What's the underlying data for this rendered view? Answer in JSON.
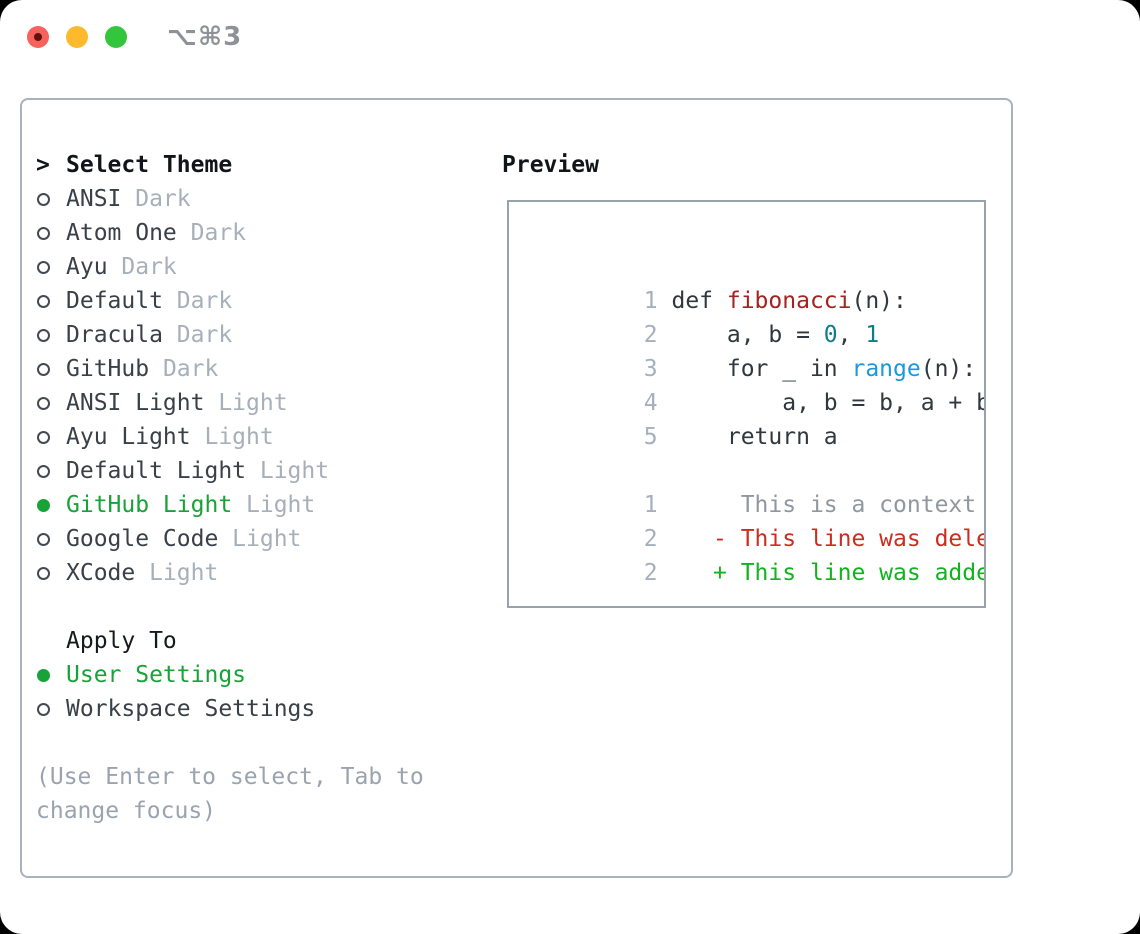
{
  "window": {
    "title": "⌥⌘3",
    "traffic_lights": [
      "close",
      "minimize",
      "zoom"
    ]
  },
  "colors": {
    "selection_green": "#17a337",
    "added_green": "#12b31f",
    "deleted_red": "#cb2d1f",
    "context_gray": "#8f979f",
    "function_red": "#a42320",
    "number_teal": "#0c7e8a",
    "builtin_blue": "#1b99dc",
    "muted_gray": "#a7afba",
    "panel_border": "#a9b2bb"
  },
  "icons": {
    "header_pointer": ">",
    "radio_unselected": "circle-outline",
    "radio_selected": "circle-filled-green"
  },
  "theme_picker": {
    "header": "Select Theme",
    "items": [
      {
        "name": "ANSI",
        "variant": "Dark",
        "selected": false
      },
      {
        "name": "Atom One",
        "variant": "Dark",
        "selected": false
      },
      {
        "name": "Ayu",
        "variant": "Dark",
        "selected": false
      },
      {
        "name": "Default",
        "variant": "Dark",
        "selected": false
      },
      {
        "name": "Dracula",
        "variant": "Dark",
        "selected": false
      },
      {
        "name": "GitHub",
        "variant": "Dark",
        "selected": false
      },
      {
        "name": "ANSI Light",
        "variant": "Light",
        "selected": false
      },
      {
        "name": "Ayu Light",
        "variant": "Light",
        "selected": false
      },
      {
        "name": "Default Light",
        "variant": "Light",
        "selected": false
      },
      {
        "name": "GitHub Light",
        "variant": "Light",
        "selected": true
      },
      {
        "name": "Google Code",
        "variant": "Light",
        "selected": false
      },
      {
        "name": "XCode",
        "variant": "Light",
        "selected": false
      }
    ]
  },
  "apply_to": {
    "header": "Apply To",
    "options": [
      {
        "label": "User Settings",
        "selected": true
      },
      {
        "label": "Workspace Settings",
        "selected": false
      }
    ]
  },
  "hint": "(Use Enter to select, Tab to change focus)",
  "preview": {
    "header": "Preview",
    "code_lines": [
      {
        "num": "1",
        "tokens": [
          {
            "t": "def ",
            "c": "plain"
          },
          {
            "t": "fibonacci",
            "c": "func"
          },
          {
            "t": "(n):",
            "c": "plain"
          }
        ]
      },
      {
        "num": "2",
        "tokens": [
          {
            "t": "    a, b = ",
            "c": "plain"
          },
          {
            "t": "0",
            "c": "num"
          },
          {
            "t": ", ",
            "c": "plain"
          },
          {
            "t": "1",
            "c": "num"
          }
        ]
      },
      {
        "num": "3",
        "tokens": [
          {
            "t": "    for _ in ",
            "c": "plain"
          },
          {
            "t": "range",
            "c": "builtin"
          },
          {
            "t": "(n):",
            "c": "plain"
          }
        ]
      },
      {
        "num": "4",
        "tokens": [
          {
            "t": "        a, b = b, a + b",
            "c": "plain"
          }
        ]
      },
      {
        "num": "5",
        "tokens": [
          {
            "t": "    return a",
            "c": "plain"
          }
        ]
      }
    ],
    "diff_lines": [
      {
        "num": "1",
        "text": "     This is a context line.",
        "kind": "context"
      },
      {
        "num": "2",
        "text": "   - This line was deleted.",
        "kind": "deleted"
      },
      {
        "num": "2",
        "text": "   + This line was added.",
        "kind": "added"
      }
    ]
  }
}
